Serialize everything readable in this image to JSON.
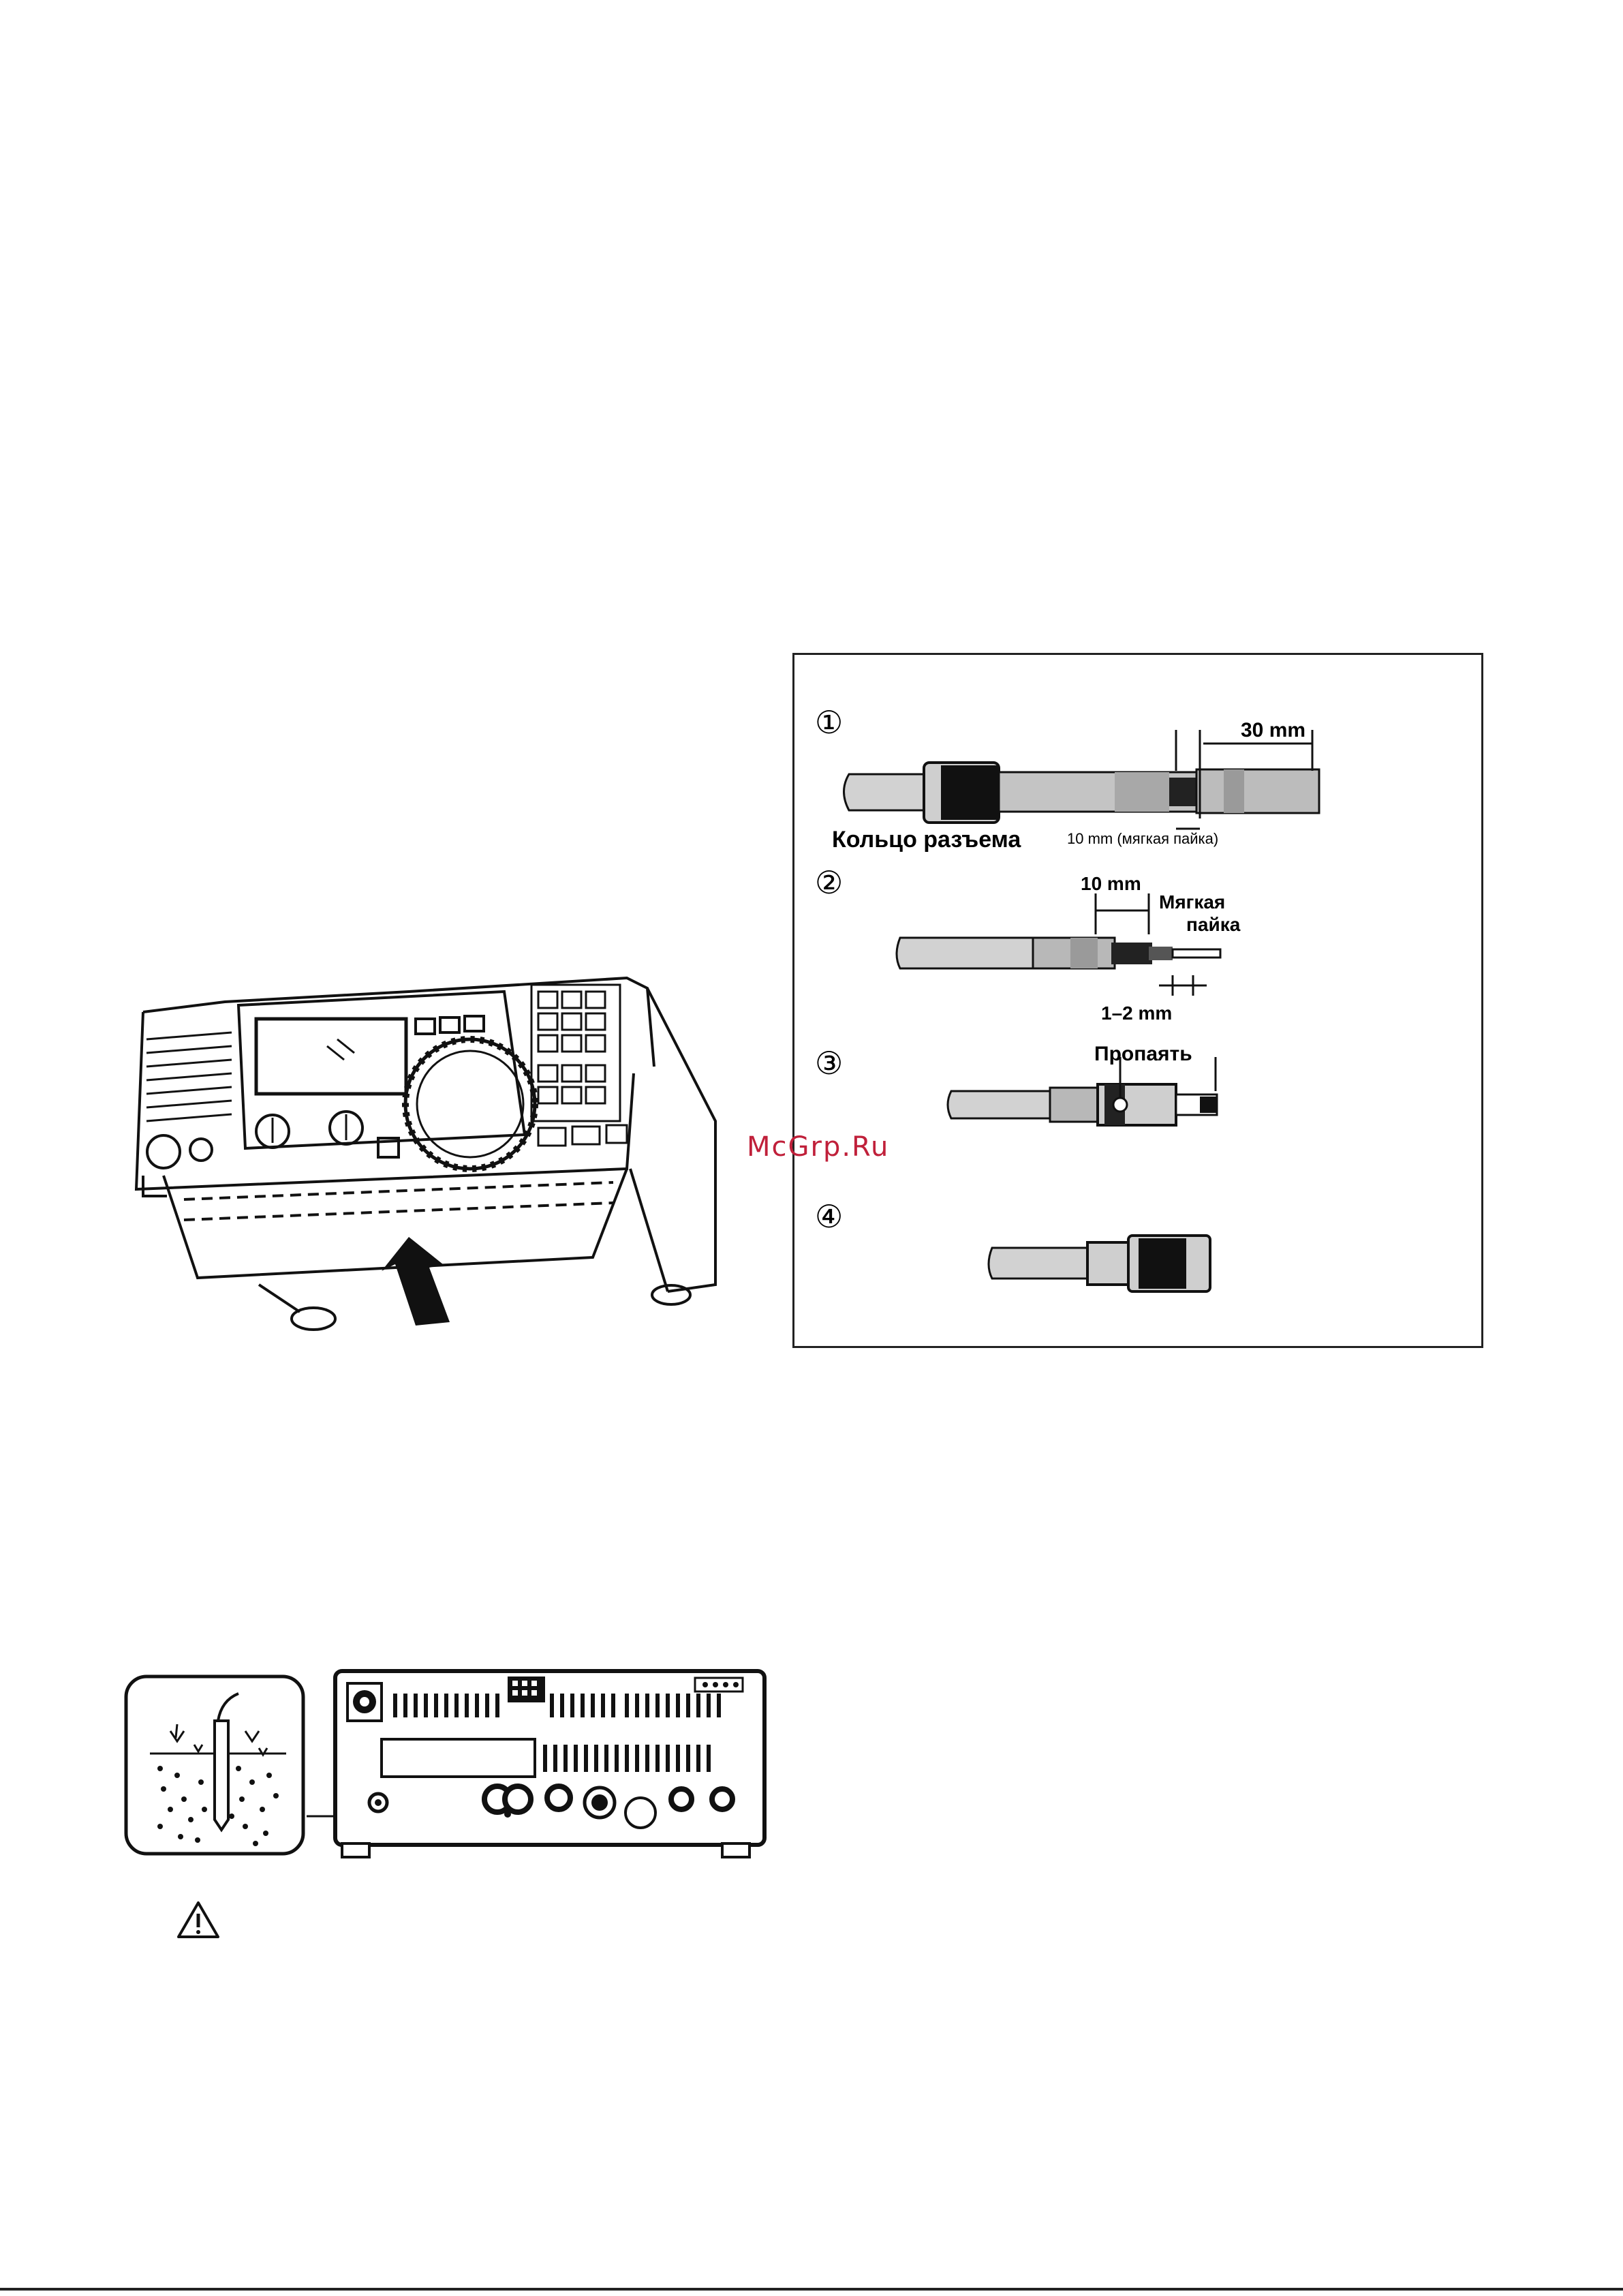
{
  "watermark": "McGrp.Ru",
  "coax": {
    "step1": {
      "number": "①",
      "dim_30": "30 mm",
      "ring_label": "Кольцо разъема",
      "solder_note": "10 mm (мягкая пайка)"
    },
    "step2": {
      "number": "②",
      "dim_10": "10 mm",
      "soft_solder_1": "Мягкая",
      "soft_solder_2": "пайка",
      "dim_1_2": "1–2 mm"
    },
    "step3": {
      "number": "③",
      "solder_label": "Пропаять"
    },
    "step4": {
      "number": "④"
    }
  },
  "warning_icon": "warning-triangle-icon",
  "colors": {
    "ink": "#111111",
    "shade": "#9a9a9a",
    "light": "#d2d2d2"
  }
}
